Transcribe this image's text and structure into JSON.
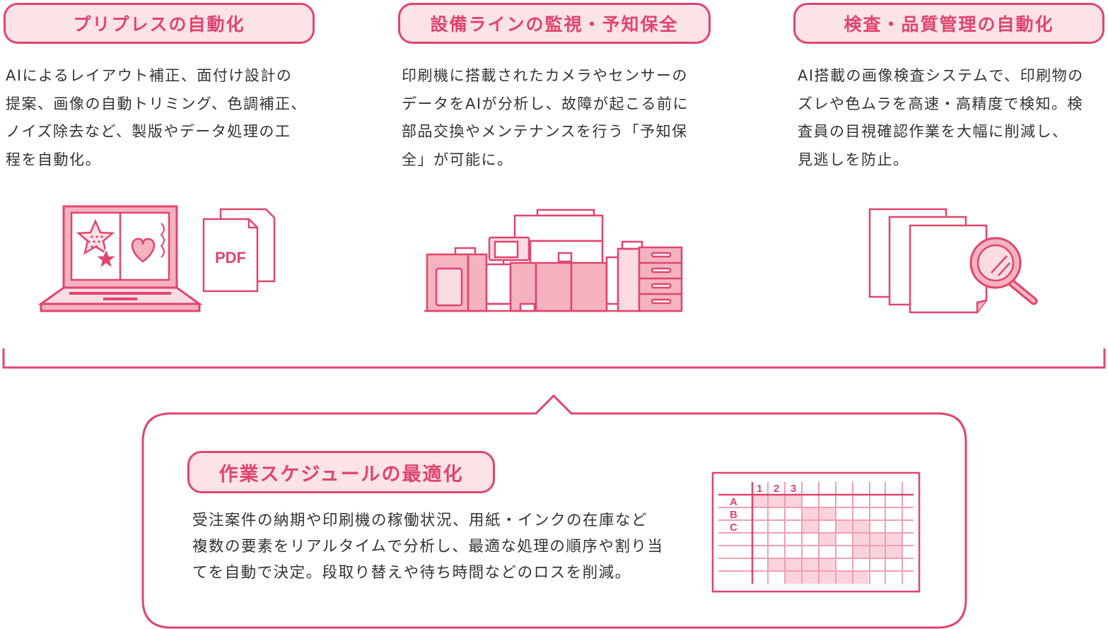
{
  "colors": {
    "accent": "#e0456e",
    "pill_fill": "#fbe3e8",
    "light_fill": "#f5b3c1",
    "pale_fill": "#fbdce3",
    "text": "#333333"
  },
  "sections": [
    {
      "title": "プリプレスの自動化",
      "lines": [
        "AIによるレイアウト補正、面付け設計の",
        "提案、画像の自動トリミング、色調補正、",
        "ノイズ除去など、製版やデータ処理の工",
        "程を自動化。"
      ],
      "icon": "laptop-with-pdf-icon",
      "icon_label": "PDF"
    },
    {
      "title": "設備ラインの監視・予知保全",
      "lines": [
        "印刷機に搭載されたカメラやセンサーの",
        "データをAIが分析し、故障が起こる前に",
        "部品交換やメンテナンスを行う「予知保",
        "全」が可能に。"
      ],
      "icon": "printing-press-icon"
    },
    {
      "title": "検査・品質管理の自動化",
      "lines": [
        "AI搭載の画像検査システムで、印刷物の",
        "ズレや色ムラを高速・高精度で検知。検",
        "査員の目視確認作業を大幅に削減し、",
        "見逃しを防止。"
      ],
      "icon": "documents-magnifier-icon"
    }
  ],
  "bottom": {
    "title": "作業スケジュールの最適化",
    "lines": [
      "受注案件の納期や印刷機の稼働状況、用紙・インクの在庫など",
      "複数の要素をリアルタイムで分析し、最適な処理の順序や割り当",
      "てを自動で決定。段取り替えや待ち時間などのロスを削減。"
    ],
    "icon": "schedule-grid-icon",
    "grid_cols": [
      "1",
      "2",
      "3"
    ],
    "grid_rows": [
      "A",
      "B",
      "C"
    ]
  }
}
